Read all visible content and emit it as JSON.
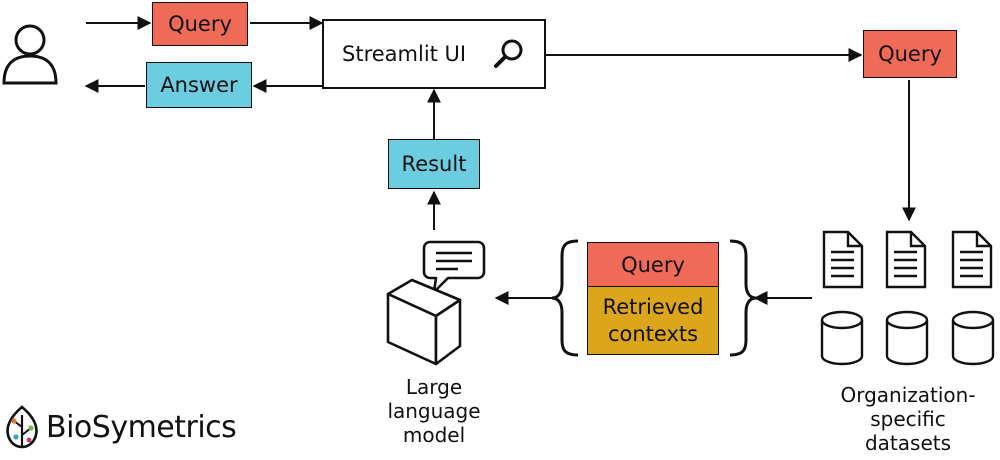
{
  "user": {
    "icon": "user-icon"
  },
  "top_query": {
    "label": "Query"
  },
  "answer": {
    "label": "Answer"
  },
  "streamlit": {
    "label": "Streamlit UI",
    "icon": "search-icon"
  },
  "right_query": {
    "label": "Query"
  },
  "result": {
    "label": "Result"
  },
  "context_group": {
    "query_label": "Query",
    "contexts_label": "Retrieved\ncontexts"
  },
  "llm": {
    "caption": "Large\nlanguage\nmodel",
    "icon": "llm-box-icon"
  },
  "datasets": {
    "caption": "Organization-\nspecific\ndatasets",
    "document_count": 3,
    "database_count": 3
  },
  "brand": {
    "name": "BioSymetrics"
  },
  "colors": {
    "query": "#ef6a57",
    "answer": "#6dcde0",
    "contexts": "#dca61c"
  }
}
